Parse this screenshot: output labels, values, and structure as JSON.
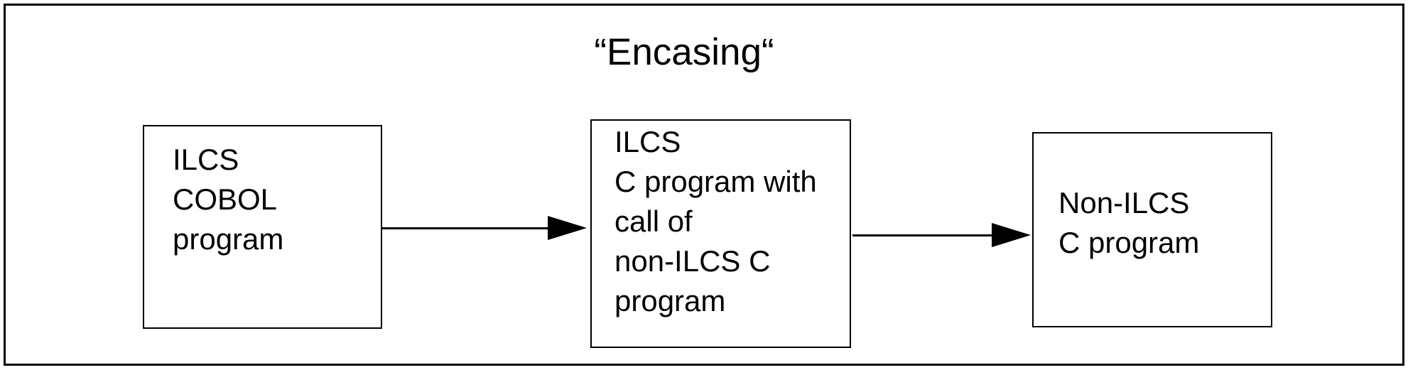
{
  "page": {
    "background_color": "#ffffff",
    "line_color": "#000000"
  },
  "diagram": {
    "title": "“Encasing“",
    "nodes": [
      {
        "id": "ilcs-cobol-program",
        "label": "ILCS\nCOBOL\nprogram"
      },
      {
        "id": "ilcs-c-program-with-call",
        "label": "ILCS\nC program with\ncall of\nnon-ILCS C\nprogram"
      },
      {
        "id": "non-ilcs-c-program",
        "label": "Non-ILCS\nC program"
      }
    ],
    "connections": [
      {
        "from": "ilcs-cobol-program",
        "to": "ilcs-c-program-with-call",
        "type": "arrow"
      },
      {
        "from": "ilcs-c-program-with-call",
        "to": "non-ilcs-c-program",
        "type": "arrow"
      }
    ]
  }
}
